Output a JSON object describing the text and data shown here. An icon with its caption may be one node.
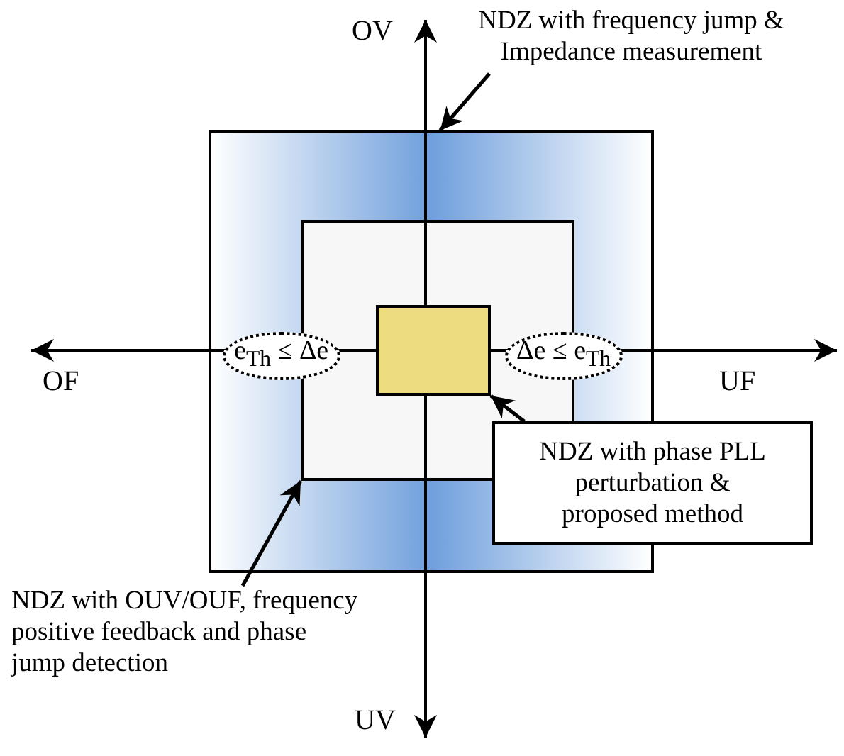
{
  "diagram": {
    "nodes": [
      {
        "text": [],
        "shape": "box"
      },
      {
        "text": [],
        "shape": "box",
        "in": 0
      },
      {
        "text": [],
        "shape": "box",
        "in": 1
      },
      {
        "text": [
          "NDZ with frequency jump & Impedance measurement"
        ]
      },
      {
        "text": [
          "NDZ with phase PLL perturbation & proposed method"
        ]
      },
      {
        "text": [
          "NDZ with OUV/OUF, frequency positive feedback and phase jump detection"
        ]
      }
    ],
    "edges": [
      {
        "from": 3,
        "to": 0,
        "arrow": "to"
      },
      {
        "from": 4,
        "to": 2,
        "arrow": "to"
      },
      {
        "from": 5,
        "to": 1,
        "arrow": "to"
      }
    ],
    "labels": [
      "OV",
      "OF",
      "e$_{Th}$ ≤ Δe",
      "Δe ≤ e$_{Th}$",
      "UF",
      "UV"
    ]
  }
}
